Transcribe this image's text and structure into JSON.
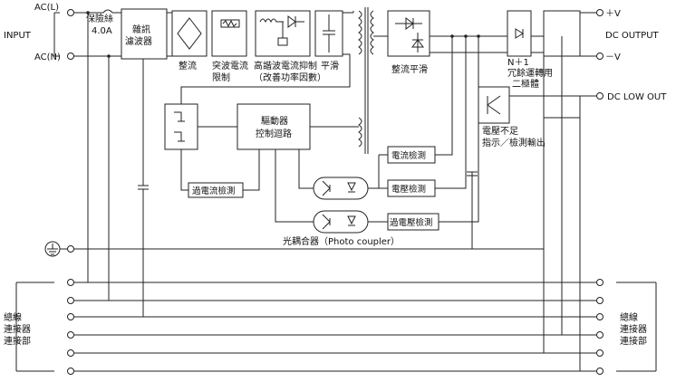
{
  "labels": {
    "input": "INPUT",
    "ac_l": "AC(L)",
    "ac_n": "AC(N)",
    "fuse_1": "保險絲",
    "fuse_2": "4.0A",
    "emi_1": "雜訊",
    "emi_2": "濾波器",
    "rectify": "整流",
    "inrush_1": "突波電流",
    "inrush_2": "限制",
    "harmonic_1": "高諧波電流抑制",
    "harmonic_2": "（改善功率因數）",
    "smooth": "平滑",
    "rect_smooth": "整流平滑",
    "n_plus_1_1": "N＋1",
    "n_plus_1_2": "冗餘運轉用",
    "n_plus_1_3": "二極體",
    "dc_output": "DC OUTPUT",
    "plus_v": "＋V",
    "minus_v": "－V",
    "dc_low_out": "DC LOW OUT",
    "low_volt_1": "電壓不足",
    "low_volt_2": "指示／檢測輸出",
    "driver_1": "驅動器",
    "driver_2": "控制迴路",
    "current_detect": "電流檢測",
    "voltage_detect": "電壓檢測",
    "overvoltage_detect": "過電壓檢測",
    "overcurrent_detect": "過電流檢測",
    "photocoupler": "光耦合器（Photo  coupler）",
    "bus_left_1": "總線",
    "bus_left_2": "連接器",
    "bus_left_3": "連接部",
    "bus_right_1": "總線",
    "bus_right_2": "連接器",
    "bus_right_3": "連接部"
  }
}
